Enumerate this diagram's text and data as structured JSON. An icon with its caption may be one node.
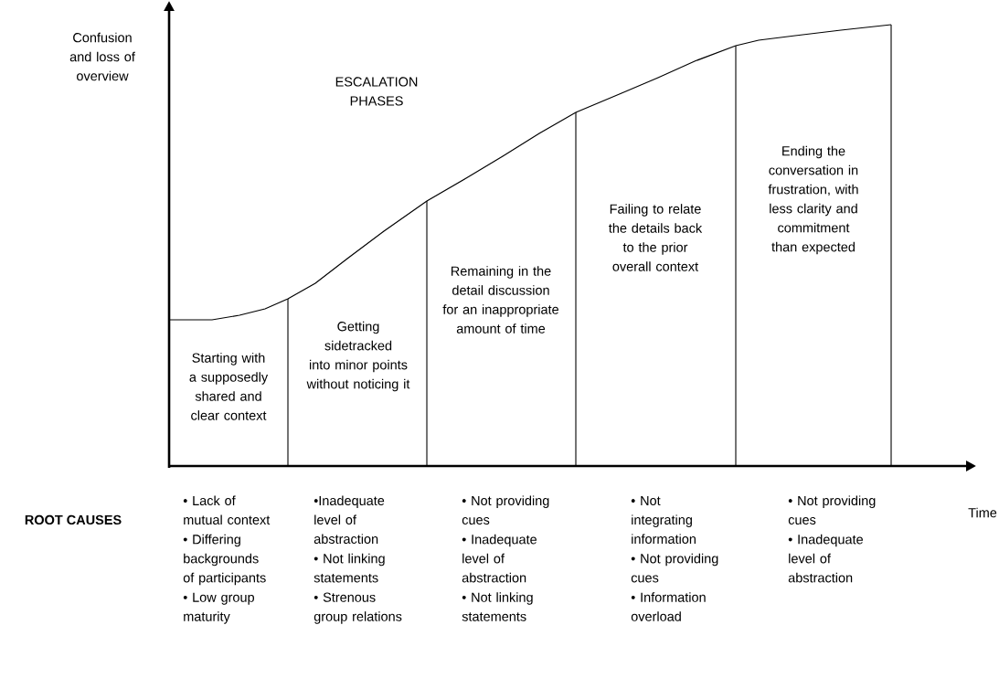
{
  "diagram": {
    "nodes": [
      {
        "text": [
          "Starting with a supposedly shared and clear context"
        ]
      },
      {
        "text": [
          "Getting sidetracked into minor points without noticing it"
        ]
      },
      {
        "text": [
          "Remaining in the detail discussion for an inappropriate amount of time"
        ]
      },
      {
        "text": [
          "Failing to relate the details back to the prior overall context"
        ]
      },
      {
        "text": [
          "Ending the conversation in frustration, with less clarity and commitment than expected"
        ]
      }
    ],
    "labels": [
      "Confusion and loss of overview",
      "ESCALATION PHASES",
      "Time",
      "ROOT CAUSES",
      "• Lack of mutual context",
      "• Differing backgrounds of participants",
      "• Low group maturity",
      "•Inadequate level of abstraction",
      "• Not linking statements",
      "• Strenous group relations",
      "• Not providing cues",
      "• Inadequate level of abstraction",
      "• Not linking statements",
      "• Not integrating information",
      "• Not providing cues",
      "• Information overload",
      "• Not providing cues",
      "• Inadequate level of abstraction"
    ]
  }
}
